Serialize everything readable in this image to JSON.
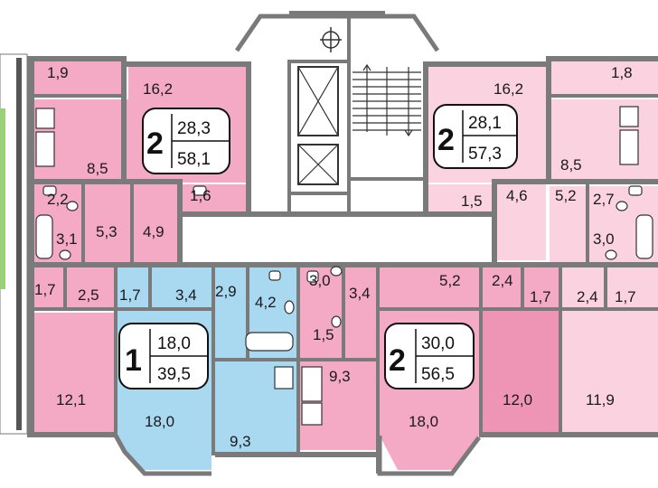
{
  "colors": {
    "wall": "#7a7a7a",
    "pink": "#f4a9c4",
    "pink_dark": "#ee94b5",
    "pink_light": "#fbd3e0",
    "blue": "#a9d8f1",
    "white": "#ffffff",
    "green": "#9ccf7a"
  },
  "apartments": [
    {
      "rooms": "2",
      "living": "28,3",
      "total": "58,1"
    },
    {
      "rooms": "2",
      "living": "28,1",
      "total": "57,3"
    },
    {
      "rooms": "1",
      "living": "18,0",
      "total": "39,5"
    },
    {
      "rooms": "2",
      "living": "30,0",
      "total": "56,5"
    }
  ],
  "room_areas": [
    "1,9",
    "16,2",
    "8,5",
    "2,2",
    "3,1",
    "5,3",
    "4,9",
    "1,6",
    "16,2",
    "1,8",
    "8,5",
    "1,5",
    "4,6",
    "5,2",
    "2,7",
    "3,0",
    "1,7",
    "2,5",
    "1,7",
    "3,4",
    "2,9",
    "4,2",
    "3,0",
    "3,4",
    "1,5",
    "5,2",
    "2,4",
    "1,7",
    "2,4",
    "1,7",
    "12,1",
    "18,0",
    "9,3",
    "9,3",
    "18,0",
    "12,0",
    "11,9"
  ],
  "icons": {
    "elevator": "elevator-shaft-icon",
    "stairs": "staircase-icon",
    "chute": "garbage-chute-icon",
    "bath": "bathtub-icon",
    "toilet": "toilet-icon",
    "sink": "sink-icon",
    "stove": "stove-icon"
  }
}
